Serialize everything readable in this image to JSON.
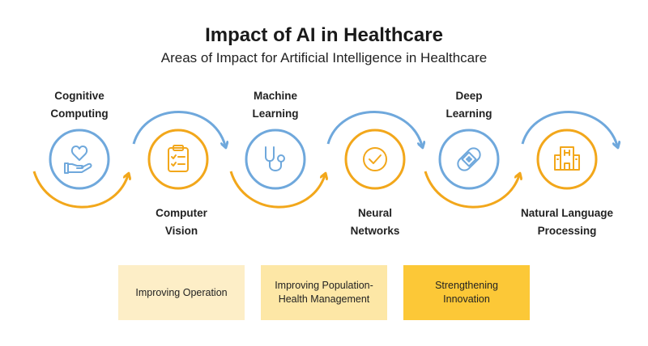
{
  "header": {
    "title": "Impact of AI in Healthcare",
    "subtitle": "Areas of Impact for Artificial Intelligence in Healthcare"
  },
  "colors": {
    "blue": "#6fa8dc",
    "orange": "#f2a71b",
    "box_light": "#fdeec7",
    "box_mid": "#fde7a6",
    "box_dark": "#fcc837"
  },
  "stages": [
    {
      "label_line1": "Cognitive",
      "label_line2": "Computing",
      "icon": "heart-hand-icon"
    },
    {
      "label_line1": "Computer",
      "label_line2": "Vision",
      "icon": "clipboard-icon"
    },
    {
      "label_line1": "Machine",
      "label_line2": "Learning",
      "icon": "stethoscope-icon"
    },
    {
      "label_line1": "Neural",
      "label_line2": "Networks",
      "icon": "check-circle-icon"
    },
    {
      "label_line1": "Deep",
      "label_line2": "Learning",
      "icon": "bandage-icon"
    },
    {
      "label_line1": "Natural Language",
      "label_line2": "Processing",
      "icon": "hospital-icon"
    }
  ],
  "boxes": [
    {
      "line1": "Improving Operation",
      "line2": ""
    },
    {
      "line1": "Improving Population-",
      "line2": "Health Management"
    },
    {
      "line1": "Strengthening",
      "line2": "Innovation"
    }
  ]
}
